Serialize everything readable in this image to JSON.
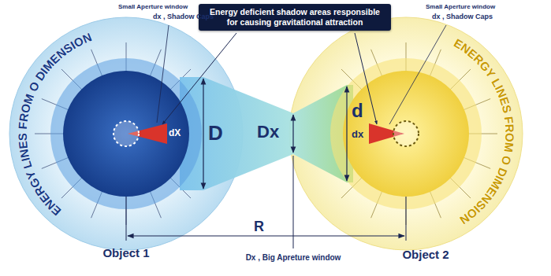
{
  "diagram": {
    "nodes": [
      {
        "text": [
          "Energy deficient shadow areas responsible for causing gravitational attraction"
        ]
      }
    ],
    "labels": [
      "Small Aperture window",
      "dx , Shadow Caps",
      "Small Aperture window",
      "dx , Shadow Caps",
      "ENERGY LINES FROM O DIMENSION",
      "ENERGY LINES FROM O DIMENSION",
      "dX",
      "D",
      "Dx",
      "d",
      "dx",
      "R",
      "Object 1",
      "Dx , Big Apreture window",
      "Object 2"
    ]
  }
}
